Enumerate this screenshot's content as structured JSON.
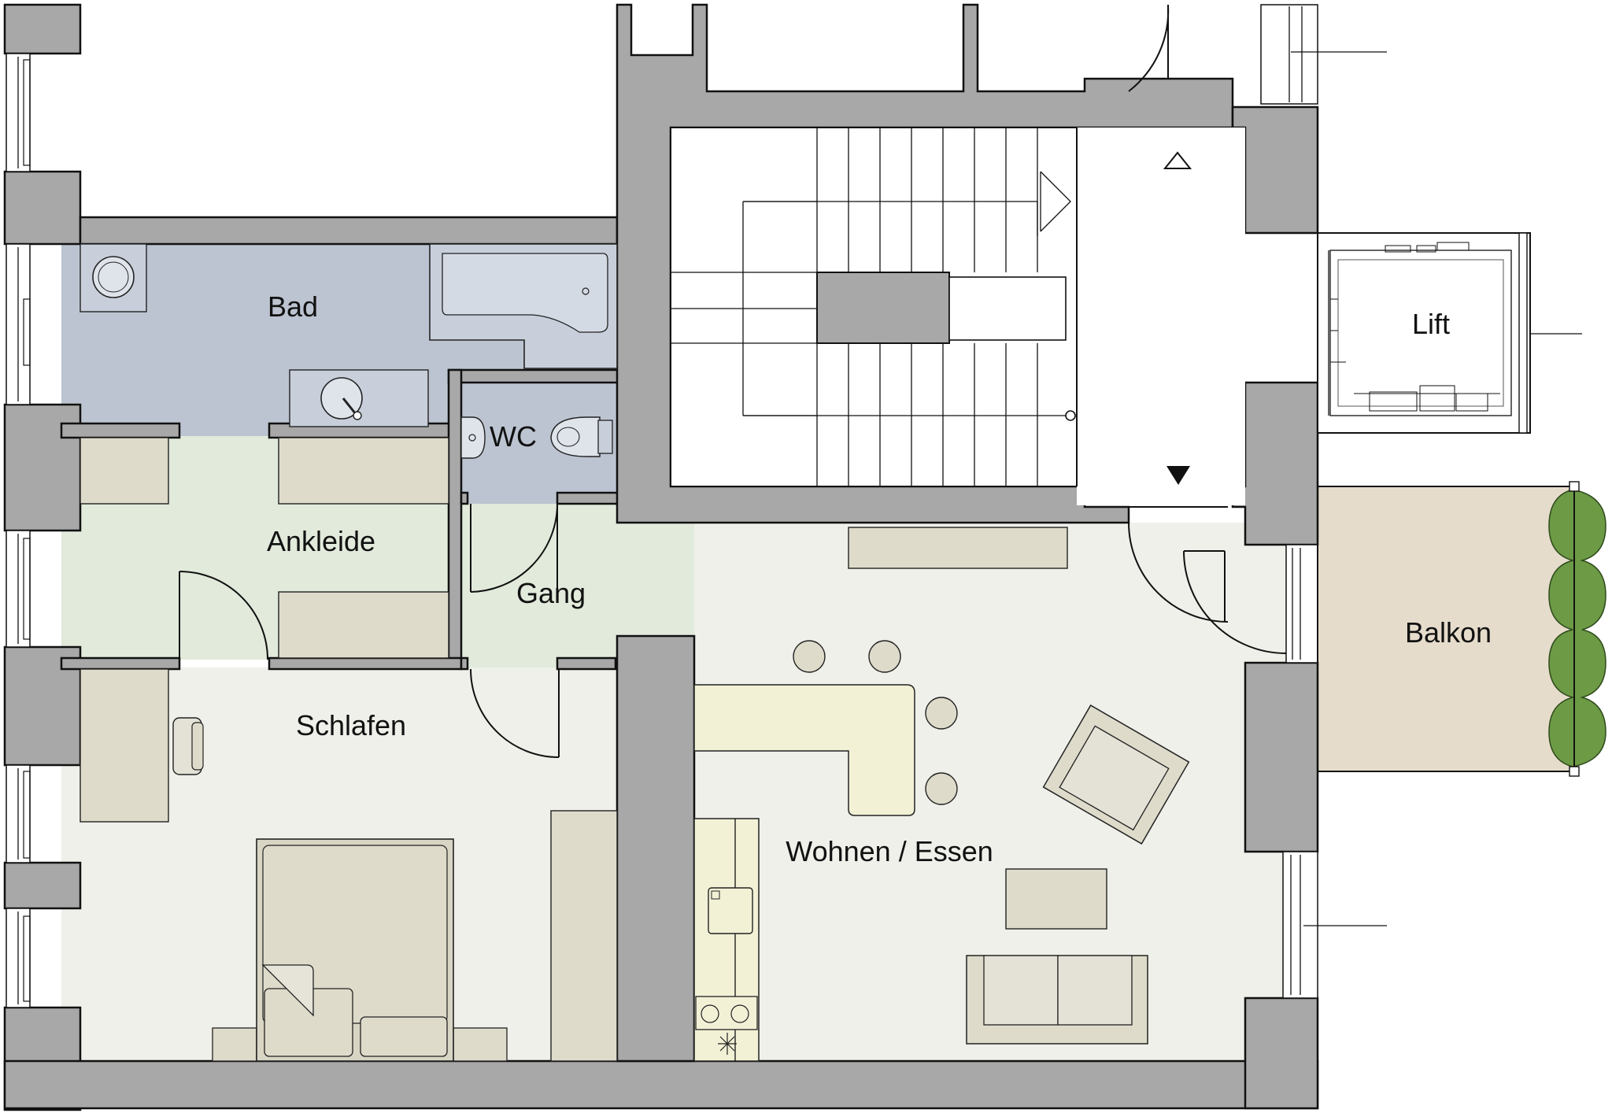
{
  "plan": {
    "rooms": {
      "bad": "Bad",
      "wc": "WC",
      "ankleide": "Ankleide",
      "gang": "Gang",
      "schlafen": "Schlafen",
      "wohnen": "Wohnen / Essen",
      "lift": "Lift",
      "balkon": "Balkon"
    },
    "colors": {
      "wet_room": "#bcc4d1",
      "dressing": "#e1eadb",
      "living": "#eef0e9",
      "balcony": "#e6dccb",
      "kitchen": "#f2f1d6",
      "furniture": "#dedbcb",
      "wall": "#a8a8a8",
      "planter": "#6d9a45"
    }
  }
}
